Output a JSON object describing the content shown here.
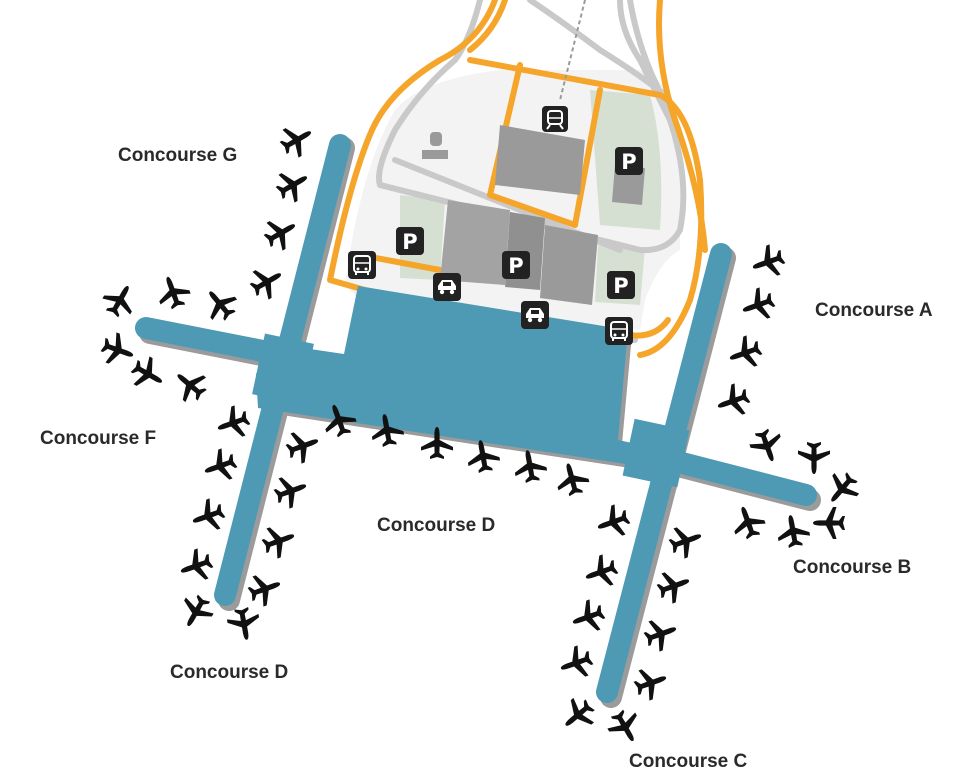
{
  "map": {
    "labels": {
      "concourse_a": "Concourse A",
      "concourse_b": "Concourse B",
      "concourse_c": "Concourse C",
      "concourse_d_center": "Concourse D",
      "concourse_d_west": "Concourse D",
      "concourse_f": "Concourse F",
      "concourse_g": "Concourse G"
    },
    "icons": {
      "parking_glyph": "P",
      "parking": "parking-icon",
      "bus": "bus-icon",
      "taxi": "taxi-icon",
      "train": "train-icon",
      "airplane": "airplane-icon",
      "control_tower": "control-tower-icon"
    },
    "colors": {
      "concourse": "#4e9ab5",
      "concourse_shadow": "#9b9b9b",
      "road_orange": "#f6a52b",
      "road_gray": "#c9c9c9",
      "building": "#9a9a9a",
      "green_area": "#d6e0d2",
      "icon_bg": "#222222"
    }
  }
}
